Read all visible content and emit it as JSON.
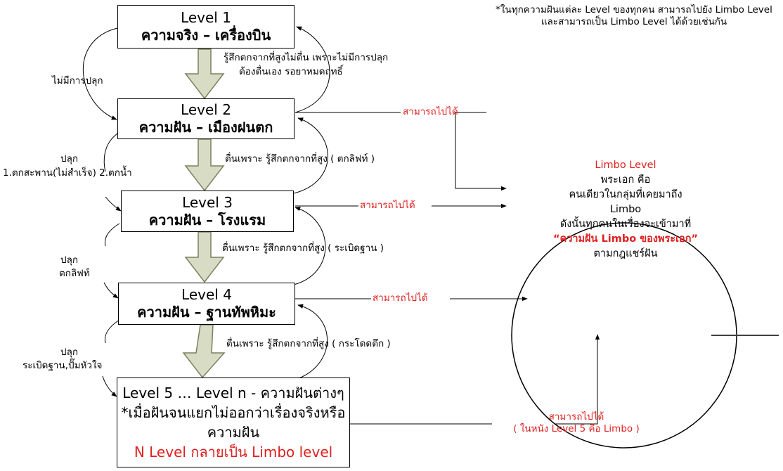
{
  "note": {
    "line1": "*ในทุกความฝันแต่ละ Level ของทุกคน สามารถไปยัง  Limbo Level",
    "line2": "และสามารถเป็น Limbo Level ได้ด้วยเช่นกัน"
  },
  "levels": [
    {
      "title": "Level 1",
      "subtitle": "ความจริง – เครื่องบิน"
    },
    {
      "title": "Level 2",
      "subtitle": "ความฝัน – เมืองฝนตก"
    },
    {
      "title": "Level 3",
      "subtitle": "ความฝัน – โรงแรม"
    },
    {
      "title": "Level 4",
      "subtitle": "ความฝัน – ฐานทัพหิมะ"
    }
  ],
  "level5": {
    "line1": "Level 5 … Level n - ความฝันต่างๆ",
    "line2": "*เมื่อฝันจนแยกไม่ออกว่าเรื่องจริงหรือความฝัน",
    "line3": "N Level กลายเป็น Limbo level"
  },
  "left_labels": {
    "l1": "ไม่มีการปลุก",
    "l2a": "ปลุก",
    "l2b": "1.ตกสะพาน(ไม่สำเร็จ) 2.ตกน้ำ",
    "l3a": "ปลุก",
    "l3b": "ตกลิฟท์",
    "l4a": "ปลุก",
    "l4b": "ระเบิดฐาน,ปั๊มหัวใจ"
  },
  "right_labels": {
    "r1a": "รู้สึกตกจากที่สูงไม่ตื่น เพราะไม่มีการปลุก",
    "r1b": "ต้องตื่นเอง รอยาหมดฤทธิ์",
    "r2": "ตื่นเพราะ รู้สึกตกจากที่สูง ( ตกลิฟท์ )",
    "r3": "ตื่นเพราะ รู้สึกตกจากที่สูง ( ระเบิดฐาน )",
    "r4": "ตื่นเพราะ รู้สึกตกจากที่สูง ( กระโดดตึก )"
  },
  "can_go": {
    "a": "สามารถไปได้",
    "b": "สามารถไปได้",
    "c": "สามารถไปได้",
    "d1": "สามารถไปได้",
    "d2": "( ในหนัง Level 5 คือ Limbo )"
  },
  "limbo": {
    "title": "Limbo Level",
    "line1": "พระเอก คือ",
    "line2": "คนเดียวในกลุ่มที่เคยมาถึง",
    "line3": "Limbo",
    "line4": "ดังนั้นทุกคนในเรื่องจะเข้ามาที่",
    "line5": "“ความฝัน Limbo ของพระเอก”",
    "line6": "ตามกฎแชร์ฝัน"
  },
  "colors": {
    "accent_red": "#e02020",
    "arrow_fill": "#d8dcc4",
    "arrow_stroke": "#7c8060"
  }
}
